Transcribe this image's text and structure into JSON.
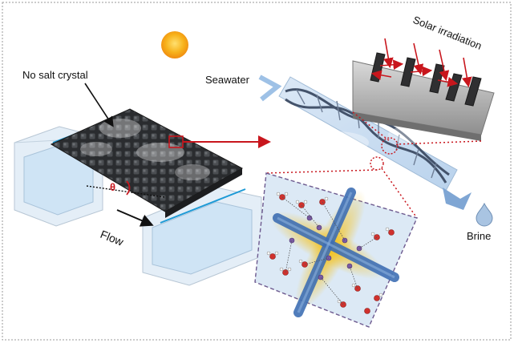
{
  "labels": {
    "no_salt": "No salt crystal",
    "seawater": "Seawater",
    "solar": "Solar irradiation",
    "flow": "Flow",
    "theta": "θ",
    "brine": "Brine"
  },
  "colors": {
    "arrow_red": "#c8161d",
    "water_blue": "#cfe4f5",
    "mesh_dark": "#2b2d30",
    "sun": "#f6b31a",
    "fiber_blue": "#3f6fb4",
    "fiber_yellow": "#f2c230",
    "oxygen_red": "#d0312d",
    "atom_purple": "#7a5aa6"
  }
}
